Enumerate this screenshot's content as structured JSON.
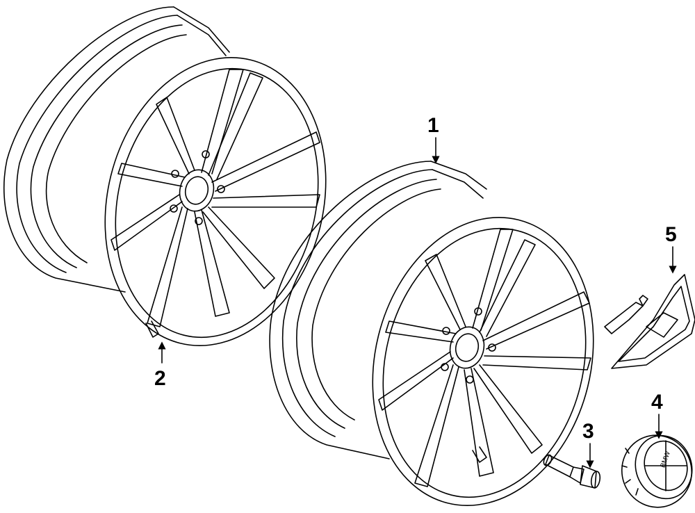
{
  "callouts": {
    "rear_wheel": "2",
    "front_wheel": "1",
    "wheel_bolt": "3",
    "center_cap": "4",
    "valve_cover": "5"
  },
  "center_cap_logo": "BMW",
  "colors": {
    "line": "#000000",
    "background": "#ffffff"
  },
  "icons": [
    "wheel-rim",
    "lug-bolt",
    "center-cap",
    "trim-insert",
    "arrow"
  ]
}
